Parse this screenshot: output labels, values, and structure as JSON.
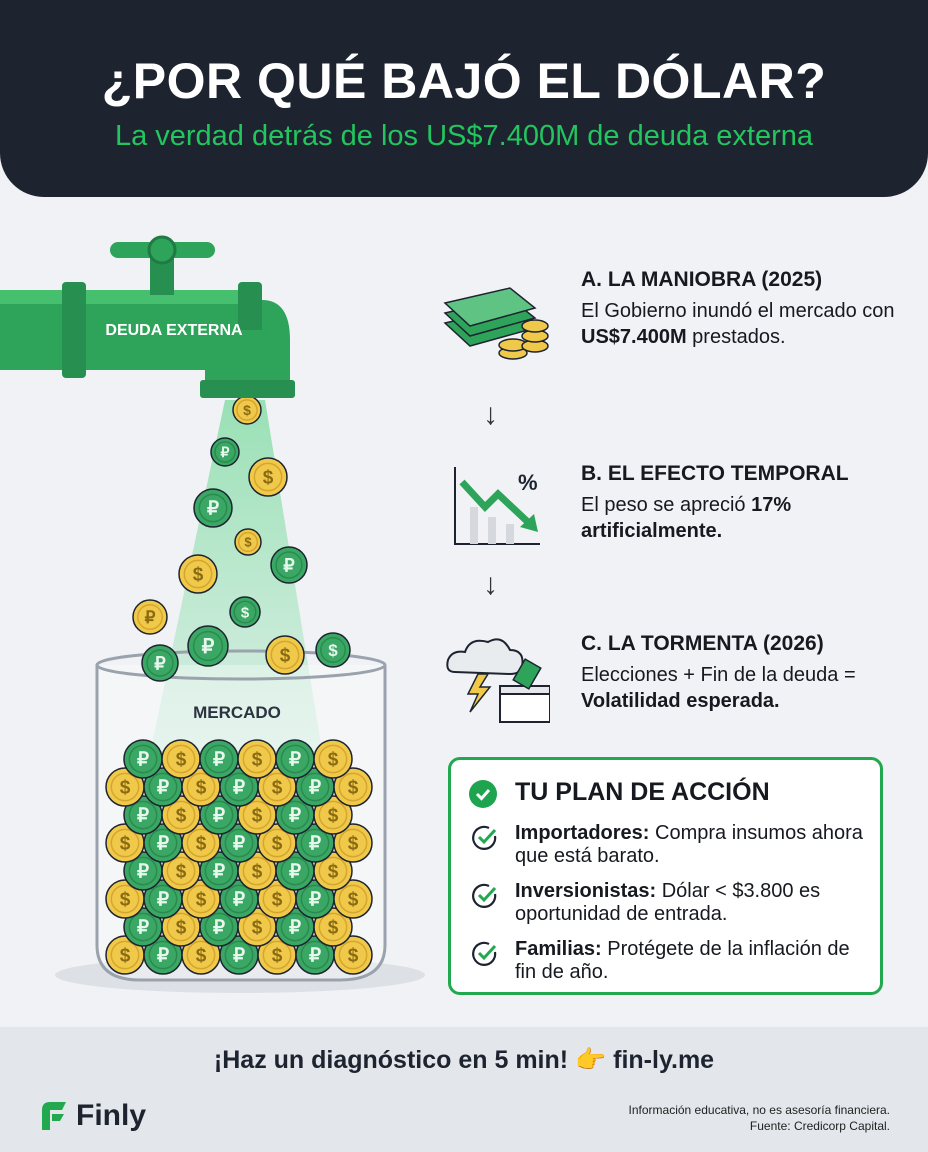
{
  "header": {
    "title": "¿POR QUÉ BAJÓ EL DÓLAR?",
    "subtitle": "La verdad detrás de los US$7.400M de deuda externa"
  },
  "illustration": {
    "faucet_label": "DEUDA EXTERNA",
    "jar_label": "MERCADO",
    "coin_symbols": [
      "$",
      "₽"
    ]
  },
  "steps": [
    {
      "icon": "money-stack-icon",
      "title": "A. LA MANIOBRA (2025)",
      "text_pre": "El Gobierno inundó el mercado con ",
      "text_bold": "US$7.400M",
      "text_post": " prestados."
    },
    {
      "icon": "chart-down-percent-icon",
      "title": "B. EL EFECTO TEMPORAL",
      "text_pre": "El peso se apreció ",
      "text_bold": "17% artificialmente.",
      "text_post": "",
      "icon_symbol": "%"
    },
    {
      "icon": "storm-ballot-icon",
      "title": "C. LA TORMENTA (2026)",
      "text_pre": "Elecciones + Fin de la deuda = ",
      "text_bold": "Volatilidad esperada.",
      "text_post": ""
    }
  ],
  "arrows": [
    "↓",
    "↓"
  ],
  "plan": {
    "title": "TU PLAN DE ACCIÓN",
    "items": [
      {
        "bold": "Importadores:",
        "text": " Compra insumos ahora que está barato."
      },
      {
        "bold": "Inversionistas:",
        "text": " Dólar < $3.800 es oportunidad de entrada."
      },
      {
        "bold": "Familias:",
        "text": " Protégete de la inflación de fin de año."
      }
    ]
  },
  "footer": {
    "cta_pre": "¡Haz un diagnóstico en 5 min! ",
    "cta_emoji": "👉",
    "cta_link": "fin-ly.me",
    "brand": "Finly",
    "disclaimer": "Información educativa, no es asesoría financiera.",
    "source": "Fuente: Credicorp Capital."
  },
  "colors": {
    "header_bg": "#1d2430",
    "accent": "#22c55e",
    "pipe": "#2ea35a",
    "coin": "#f1c94a"
  }
}
